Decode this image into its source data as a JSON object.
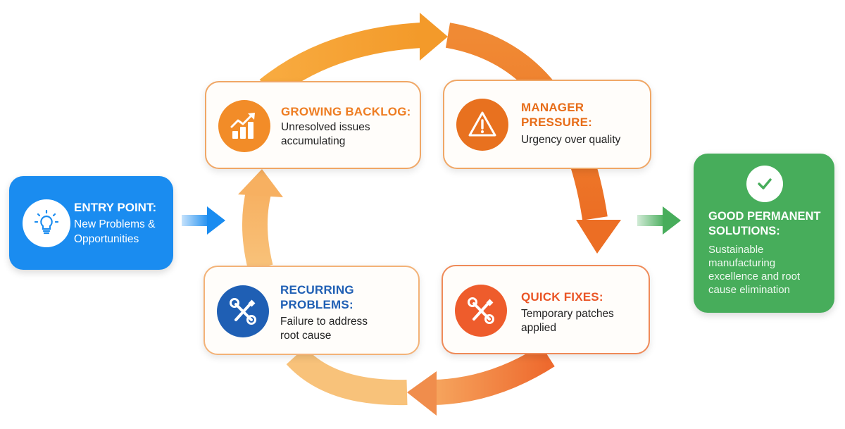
{
  "entry_point": {
    "title": "ENTRY POINT:",
    "description": "New Problems &\nOpportunities",
    "icon": "lightbulb-icon"
  },
  "cycle": {
    "growing_backlog": {
      "title": "GROWING BACKLOG:",
      "description": "Unresolved issues\naccumulating",
      "icon": "growth-chart-icon"
    },
    "manager_pressure": {
      "title": "MANAGER\nPRESSURE:",
      "description": "Urgency over quality",
      "icon": "warning-icon"
    },
    "quick_fixes": {
      "title": "QUICK FIXES:",
      "description": "Temporary patches\napplied",
      "icon": "wrench-screwdriver-icon"
    },
    "recurring_problems": {
      "title": "RECURRING\nPROBLEMS:",
      "description": "Failure to address\nroot cause",
      "icon": "wrench-screwdriver-icon"
    }
  },
  "exit_point": {
    "title": "GOOD PERMANENT\nSOLUTIONS:",
    "description": "Sustainable\nmanufacturing\nexcellence and root\ncause elimination",
    "icon": "checkmark-icon"
  },
  "colors": {
    "entry_blue": "#1a8cf0",
    "exit_green": "#47ad5b",
    "cycle_orange": "#ee7d22",
    "cycle_light_orange": "#f8b562",
    "recurring_blue": "#1f5fb4",
    "quick_fix_red_orange": "#ee5c2c"
  }
}
